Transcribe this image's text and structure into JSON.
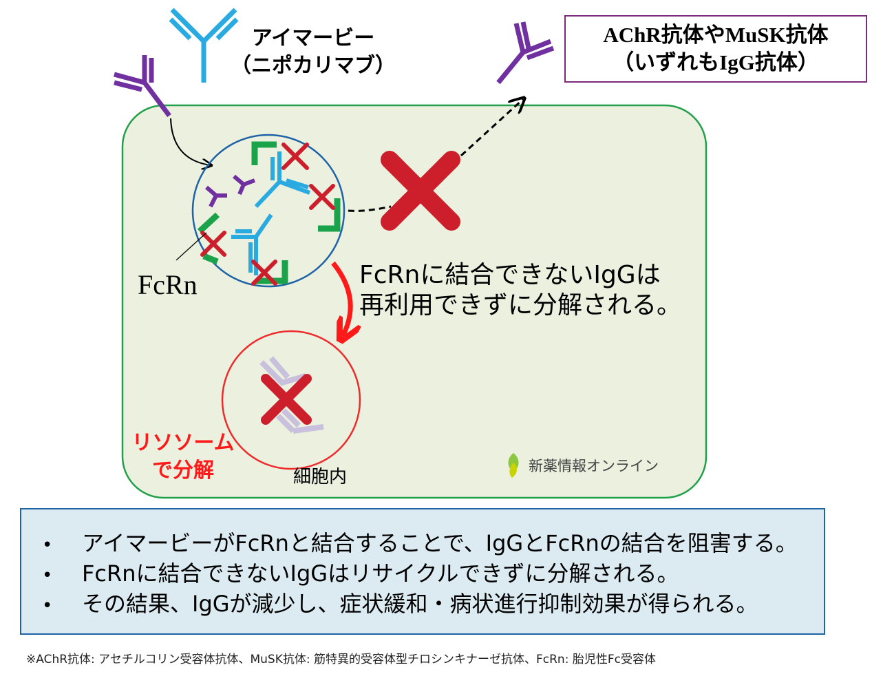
{
  "drug": {
    "name": "アイマービー",
    "generic": "（ニポカリマブ）"
  },
  "antibody_box": {
    "line1": "AChR抗体やMuSK抗体",
    "line2": "（いずれもIgG抗体）"
  },
  "fcrn_label": "FcRn",
  "mechanism": {
    "line1": "FcRnに結合できないIgGは",
    "line2": "再利用できずに分解される。"
  },
  "lysosome": {
    "line1": "リソソーム",
    "line2": "で分解"
  },
  "cell_label": "細胞内",
  "logo": {
    "text": "新薬情報オンライン",
    "icon": "leaf-logo-icon"
  },
  "summary": [
    {
      "bullet": "•",
      "text": "アイマービーがFcRnと結合することで、IgGとFcRnの結合を阻害する。"
    },
    {
      "bullet": "•",
      "text": "FcRnに結合できないIgGはリサイクルできずに分解される。"
    },
    {
      "bullet": "•",
      "text": "その結果、IgGが減少し、症状緩和・病状進行抑制効果が得られる。"
    }
  ],
  "footnote": "※AChR抗体: アセチルコリン受容体抗体、MuSK抗体: 筋特異的受容体型チロシンキナーゼ抗体、FcRn: 胎児性Fc受容体",
  "colors": {
    "cell_fill": "#ebf0df",
    "cell_border": "#21a04a",
    "nipocalimab": "#29abe2",
    "igg_autoantibody": "#7030a0",
    "fcrn": "#1aa34a",
    "cross": "#cc1f2b",
    "lysosome_border": "#ee2a2a",
    "summary_bg": "#dcebf2",
    "summary_border": "#1e63a6"
  }
}
